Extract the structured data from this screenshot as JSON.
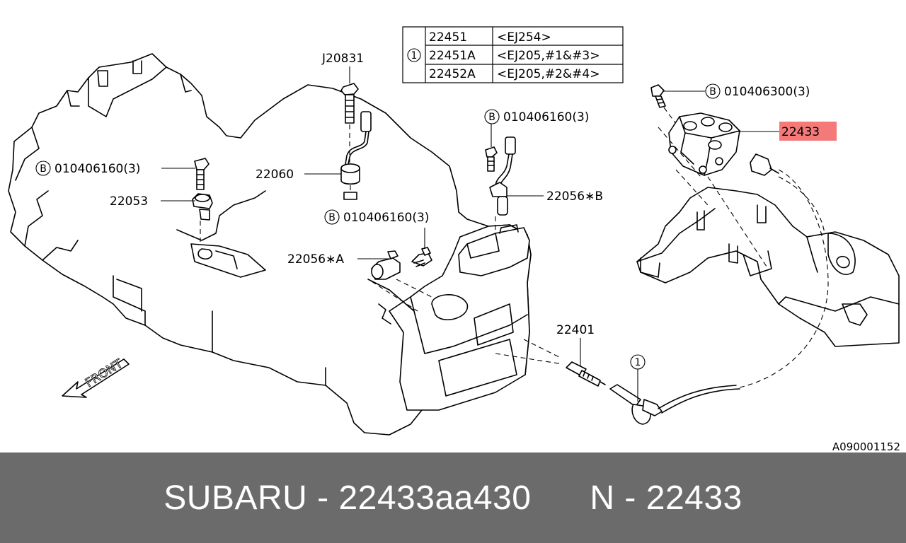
{
  "table": {
    "circle": "1",
    "rows": [
      {
        "part": "22451",
        "spec": "<EJ254>"
      },
      {
        "part": "22451A",
        "spec": "<EJ205,#1&#3>"
      },
      {
        "part": "22452A",
        "spec": "<EJ205,#2&#4>"
      }
    ]
  },
  "labels": {
    "j20831": "J20831",
    "p22060": "22060",
    "p22053": "22053",
    "p22056a": "22056∗A",
    "p22056b": "22056∗B",
    "p22401": "22401",
    "p22433": "22433",
    "bolt_left": "010406160(3)",
    "bolt_mid": "010406160(3)",
    "bolt_top": "010406160(3)",
    "bolt_right": "010406300(3)",
    "bolt_letter": "B",
    "circle_ref": "1",
    "front": "FRONT",
    "ref_code": "A090001152"
  },
  "highlight_color": "#f47a7a",
  "banner": {
    "text": "SUBARU - 22433aa430      N - 22433",
    "bg_color": "#6b6b6b"
  }
}
